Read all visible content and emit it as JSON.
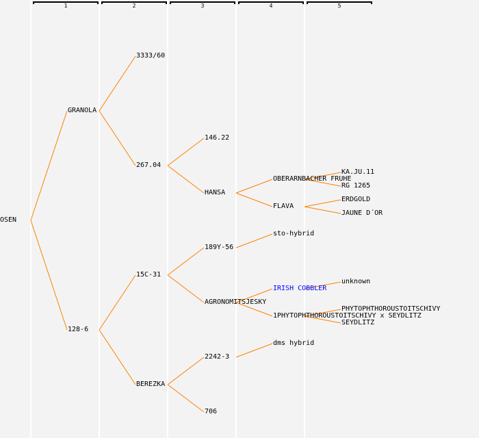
{
  "generations": [
    "1",
    "2",
    "3",
    "4",
    "5"
  ],
  "colors": {
    "line": "#ff8000",
    "highlight": "#0000ff",
    "text": "#000000"
  },
  "tree": {
    "label": "OSEN",
    "parents": [
      {
        "label": "GRANOLA",
        "parents": [
          {
            "label": "3333/60"
          },
          {
            "label": "267.04",
            "parents": [
              {
                "label": "146.22"
              },
              {
                "label": "HANSA",
                "parents": [
                  {
                    "label": "OBERARNBACHER FRUHE",
                    "parents": [
                      {
                        "label": "KA.JU.11"
                      },
                      {
                        "label": "RG 1265"
                      }
                    ]
                  },
                  {
                    "label": "FLAVA",
                    "parents": [
                      {
                        "label": "ERDGOLD"
                      },
                      {
                        "label": "JAUNE D´OR"
                      }
                    ]
                  }
                ]
              }
            ]
          }
        ]
      },
      {
        "label": "128-6",
        "parents": [
          {
            "label": "15C-31",
            "parents": [
              {
                "label": "189Y-56",
                "parents": [
                  {
                    "label": "sto-hybrid"
                  },
                  null
                ]
              },
              {
                "label": "AGRONOMITSJESKY",
                "parents": [
                  {
                    "label": "IRISH COBBLER",
                    "highlight": true,
                    "parents": [
                      {
                        "label": "unknown"
                      },
                      null
                    ]
                  },
                  {
                    "label": "1PHYTOPHTHOROUSTOITSCHIVY x SEYDLITZ",
                    "parents": [
                      {
                        "label": "PHYTOPHTHOROUSTOITSCHIVY"
                      },
                      {
                        "label": "SEYDLITZ"
                      }
                    ]
                  }
                ]
              }
            ]
          },
          {
            "label": "BEREZKA",
            "parents": [
              {
                "label": "2242-3",
                "parents": [
                  {
                    "label": "dms hybrid"
                  },
                  null
                ]
              },
              {
                "label": "706"
              }
            ]
          }
        ]
      }
    ]
  }
}
